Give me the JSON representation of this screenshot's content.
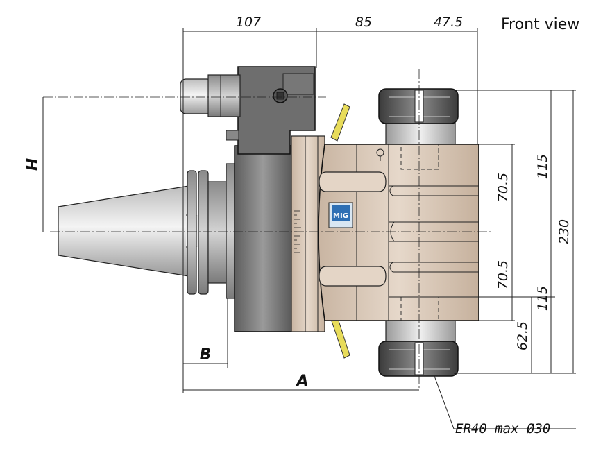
{
  "title": "Front view",
  "dimensions": {
    "top_1": "107",
    "top_2": "85",
    "top_3": "47.5",
    "right_upper_half": "115",
    "right_total": "230",
    "right_lower_half": "115",
    "offset_upper": "70.5",
    "offset_lower": "70.5",
    "bottom_offset": "62.5",
    "label_h": "H",
    "label_a": "A",
    "label_b": "B"
  },
  "callout": "ER40 max Ø30",
  "logo_text": "MIG",
  "colors": {
    "body_tan": "#d7c6b5",
    "dark_grey": "#6e6e6e",
    "taper_grey": "#c9c9c9",
    "nut_grey": "#4c4c4c",
    "yellow": "#e8dc5a"
  }
}
